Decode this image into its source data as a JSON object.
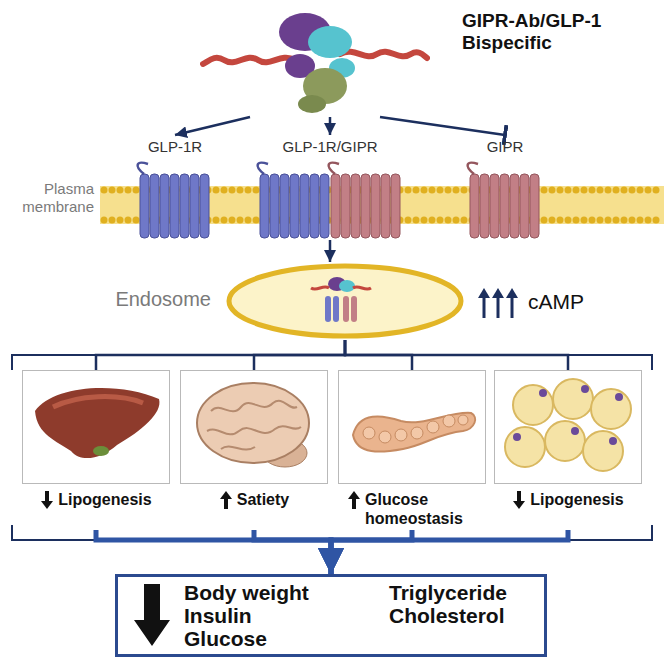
{
  "diagram": {
    "nodes": [
      {
        "text": [
          "GIPR-Ab/GLP-1 Bispecific"
        ]
      },
      {
        "text": [
          "GLP-1R"
        ]
      },
      {
        "text": [
          "GLP-1R/GIPR"
        ]
      },
      {
        "text": [
          "GIPR"
        ]
      },
      {
        "text": [
          "Endosome"
        ]
      },
      {
        "text": [
          "Lipogenesis"
        ]
      },
      {
        "text": [
          "Satiety"
        ]
      },
      {
        "text": [
          "Glucose homeostasis"
        ]
      },
      {
        "text": [
          "Lipogenesis"
        ]
      },
      {
        "text": [
          "Body weight",
          "Insulin",
          "Glucose",
          "Triglyceride",
          "Cholesterol"
        ]
      }
    ],
    "edges": [
      {
        "from": 0,
        "to": 1,
        "arrow": "to"
      },
      {
        "from": 0,
        "to": 2,
        "arrow": "to"
      },
      {
        "from": 0,
        "to": 3,
        "arrow": "to"
      },
      {
        "from": 2,
        "to": 4,
        "arrow": "to"
      },
      {
        "from": 4,
        "to": 5,
        "arrow": "none"
      },
      {
        "from": 4,
        "to": 6,
        "arrow": "none"
      },
      {
        "from": 4,
        "to": 7,
        "arrow": "none"
      },
      {
        "from": 4,
        "to": 8,
        "arrow": "none"
      },
      {
        "from": 5,
        "to": 9,
        "arrow": "to"
      },
      {
        "from": 6,
        "to": 9,
        "arrow": "to"
      },
      {
        "from": 7,
        "to": 9,
        "arrow": "to"
      },
      {
        "from": 8,
        "to": 9,
        "arrow": "to"
      }
    ],
    "labels": [
      "Plasma membrane",
      "cAMP"
    ]
  }
}
